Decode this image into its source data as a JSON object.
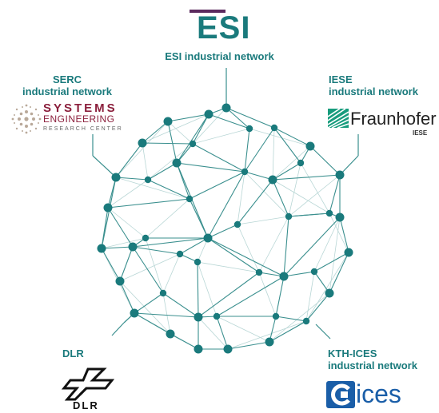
{
  "esi": {
    "logo_text": "ESI",
    "label": "ESI industrial network"
  },
  "serc": {
    "label_line1": "SERC",
    "label_line2": "industrial network",
    "logo_line1": "SYSTEMS",
    "logo_line2": "ENGINEERING",
    "logo_line3": "RESEARCH CENTER"
  },
  "iese": {
    "label_line1": "IESE",
    "label_line2": "industrial network",
    "logo_text": "Fraunhofer",
    "logo_sub": "IESE"
  },
  "dlr": {
    "label": "DLR",
    "logo_text": "DLR"
  },
  "kth": {
    "label_line1": "KTH-ICES",
    "label_line2": "industrial network",
    "logo_text": "ices"
  },
  "colors": {
    "teal": "#1a7a7c",
    "line": "#3a8f8e",
    "faint": "#b8d6d5",
    "esi_bar": "#5b2a5e",
    "serc": "#8b1f3c",
    "fraunhofer": "#179c7d",
    "ices": "#1a5ea8"
  },
  "icons": [
    "serc-starburst-icon",
    "fraunhofer-icon",
    "dlr-cross-icon",
    "ices-c-icon"
  ]
}
